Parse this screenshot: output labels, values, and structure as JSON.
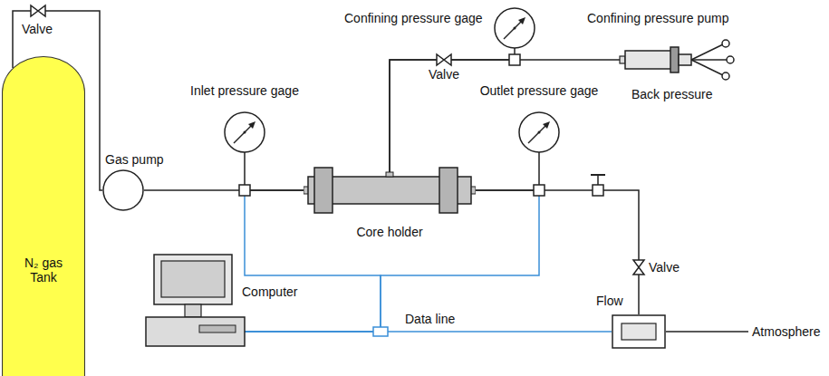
{
  "diagram": {
    "nodes": [
      {
        "text": [
          "N₂ gas Tank"
        ]
      },
      {
        "text": [
          "Gas pump"
        ]
      },
      {
        "text": [
          "Inlet pressure gage"
        ]
      },
      {
        "text": [
          "Core holder"
        ]
      },
      {
        "text": [
          "Outlet pressure gage"
        ]
      },
      {
        "text": [
          "Confining pressure gage"
        ]
      },
      {
        "text": [
          "Confining pressure pump"
        ]
      },
      {
        "text": [
          "Computer"
        ]
      },
      {
        "text": [
          "Flow"
        ]
      }
    ],
    "edges": [
      {
        "from": 0,
        "to": 1,
        "arrow": "none"
      },
      {
        "from": 1,
        "to": 3,
        "arrow": "none"
      },
      {
        "from": 2,
        "to": 3,
        "arrow": "none"
      },
      {
        "from": 4,
        "to": 3,
        "arrow": "none"
      },
      {
        "from": 5,
        "to": 3,
        "arrow": "none"
      },
      {
        "from": 6,
        "to": 3,
        "arrow": "none"
      },
      {
        "from": 3,
        "to": 8,
        "arrow": "none"
      },
      {
        "from": 7,
        "to": 8,
        "label": "Data line",
        "arrow": "none"
      },
      {
        "from": 2,
        "to": 7,
        "arrow": "none"
      },
      {
        "from": 4,
        "to": 7,
        "arrow": "none"
      }
    ],
    "labels": [
      "Valve",
      "Valve",
      "Back pressure",
      "Valve",
      "Atmosphere"
    ]
  }
}
